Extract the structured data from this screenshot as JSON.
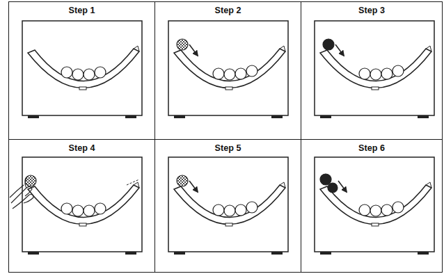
{
  "diagram": {
    "nodes": [
      {
        "text": [
          "Step 1"
        ]
      },
      {
        "text": [
          "Step 2"
        ]
      },
      {
        "text": [
          "Step 3"
        ]
      },
      {
        "text": [
          "Step 4"
        ]
      },
      {
        "text": [
          "Step 5"
        ]
      },
      {
        "text": [
          "Step 6"
        ]
      }
    ]
  }
}
